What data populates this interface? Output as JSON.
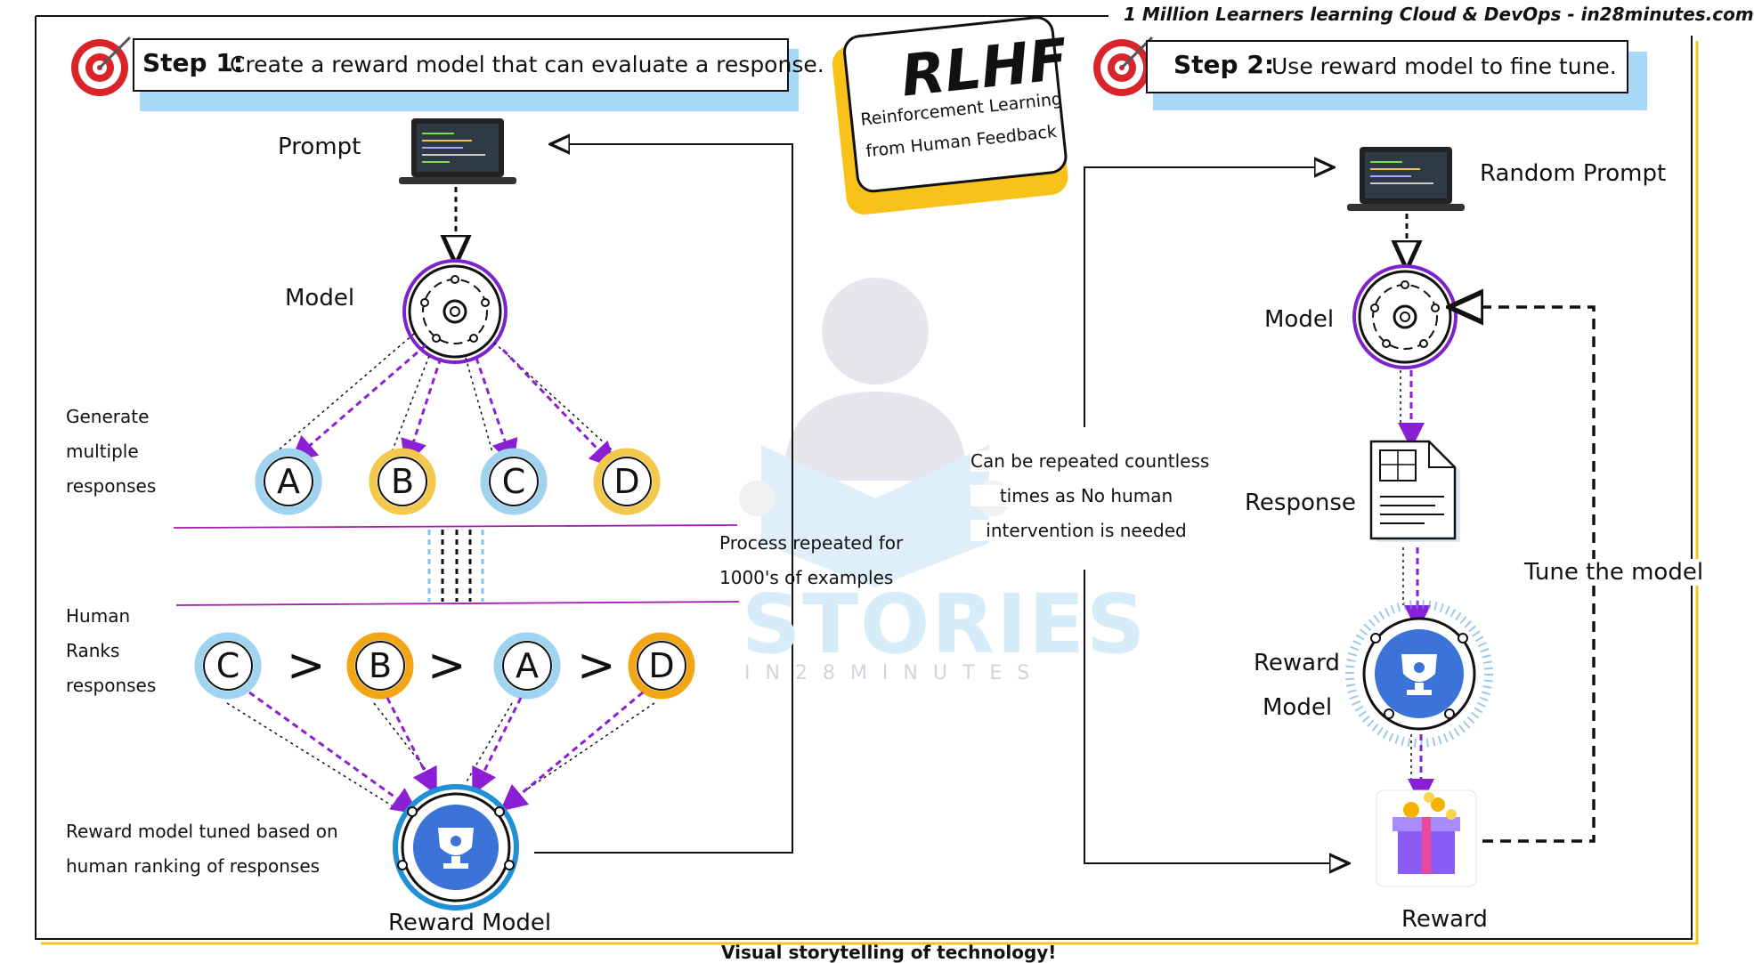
{
  "brand": {
    "top_right": "1 Million Learners learning Cloud & DevOps - in28minutes.com",
    "bottom": "Visual storytelling of technology!",
    "watermark_big": "STORIES",
    "watermark_small": "IN28MINUTES"
  },
  "badge": {
    "title": "RLHF",
    "line1": "Reinforcement Learning",
    "line2": "from Human Feedback"
  },
  "step1": {
    "number": "Step 1:",
    "text": "Create a reward model that can evaluate a response.",
    "prompt": "Prompt",
    "model": "Model",
    "generate": [
      "Generate",
      "multiple",
      "responses"
    ],
    "responses": [
      "A",
      "B",
      "C",
      "D"
    ],
    "human_ranks": [
      "Human",
      "Ranks",
      "responses"
    ],
    "ranking": [
      "C",
      "B",
      "A",
      "D"
    ],
    "rank_symbol": ">",
    "repeat_note": [
      "Process repeated for",
      "1000's of examples"
    ],
    "tuned_note": [
      "Reward model tuned based on",
      "human ranking of responses"
    ],
    "reward_model": "Reward Model"
  },
  "step2": {
    "number": "Step 2:",
    "text": "Use reward model to fine tune.",
    "random_prompt": "Random Prompt",
    "model": "Model",
    "response": "Response",
    "reward_model": [
      "Reward",
      "Model"
    ],
    "reward": "Reward",
    "tune": "Tune the model",
    "repeat_note": [
      "Can be repeated countless",
      "times as No human",
      "intervention is needed"
    ]
  },
  "colors": {
    "purple": "#8a1fd6",
    "blue_ring": "#9fd3ef",
    "yellow_ring": "#f2c94c",
    "orange_ring": "#f2a515",
    "reward_blue": "#3b73d9",
    "accent_yellow": "#f9c21a"
  }
}
